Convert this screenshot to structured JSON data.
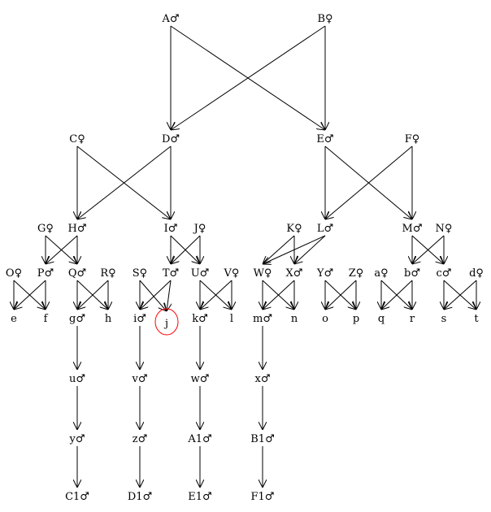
{
  "diagram": {
    "nodes": [
      {
        "id": "A",
        "text": "A♂"
      },
      {
        "id": "B",
        "text": "B♀"
      },
      {
        "id": "C",
        "text": "C♀"
      },
      {
        "id": "D",
        "text": "D♂"
      },
      {
        "id": "E",
        "text": "E♂"
      },
      {
        "id": "F",
        "text": "F♀"
      },
      {
        "id": "G",
        "text": "G♀"
      },
      {
        "id": "H",
        "text": "H♂"
      },
      {
        "id": "I",
        "text": "I♂"
      },
      {
        "id": "J",
        "text": "J♀"
      },
      {
        "id": "K",
        "text": "K♀"
      },
      {
        "id": "L",
        "text": "L♂"
      },
      {
        "id": "M",
        "text": "M♂"
      },
      {
        "id": "N",
        "text": "N♀"
      },
      {
        "id": "O",
        "text": "O♀"
      },
      {
        "id": "P",
        "text": "P♂"
      },
      {
        "id": "Q",
        "text": "Q♂"
      },
      {
        "id": "R",
        "text": "R♀"
      },
      {
        "id": "S",
        "text": "S♀"
      },
      {
        "id": "T",
        "text": "T♂"
      },
      {
        "id": "U",
        "text": "U♂"
      },
      {
        "id": "V",
        "text": "V♀"
      },
      {
        "id": "W",
        "text": "W♀"
      },
      {
        "id": "X",
        "text": "X♂"
      },
      {
        "id": "Y",
        "text": "Y♂"
      },
      {
        "id": "Z",
        "text": "Z♀"
      },
      {
        "id": "a",
        "text": "a♀"
      },
      {
        "id": "b",
        "text": "b♂"
      },
      {
        "id": "c",
        "text": "c♂"
      },
      {
        "id": "d",
        "text": "d♀"
      },
      {
        "id": "e",
        "text": "e"
      },
      {
        "id": "f",
        "text": "f"
      },
      {
        "id": "g",
        "text": "g♂"
      },
      {
        "id": "h",
        "text": "h"
      },
      {
        "id": "i",
        "text": "i♂"
      },
      {
        "id": "j",
        "text": "j",
        "highlight": true
      },
      {
        "id": "k",
        "text": "k♂"
      },
      {
        "id": "l",
        "text": "l"
      },
      {
        "id": "m",
        "text": "m♂"
      },
      {
        "id": "n",
        "text": "n"
      },
      {
        "id": "o",
        "text": "o"
      },
      {
        "id": "p",
        "text": "p"
      },
      {
        "id": "q",
        "text": "q"
      },
      {
        "id": "r",
        "text": "r"
      },
      {
        "id": "s",
        "text": "s"
      },
      {
        "id": "t",
        "text": "t"
      },
      {
        "id": "u",
        "text": "u♂"
      },
      {
        "id": "v",
        "text": "v♂"
      },
      {
        "id": "w",
        "text": "w♂"
      },
      {
        "id": "x",
        "text": "x♂"
      },
      {
        "id": "y",
        "text": "y♂"
      },
      {
        "id": "z",
        "text": "z♂"
      },
      {
        "id": "A1",
        "text": "A1♂"
      },
      {
        "id": "B1",
        "text": "B1♂"
      },
      {
        "id": "C1",
        "text": "C1♂"
      },
      {
        "id": "D1",
        "text": "D1♂"
      },
      {
        "id": "E1",
        "text": "E1♂"
      },
      {
        "id": "F1",
        "text": "F1♂"
      }
    ],
    "edges": [
      [
        "A",
        "D"
      ],
      [
        "A",
        "E"
      ],
      [
        "B",
        "D"
      ],
      [
        "B",
        "E"
      ],
      [
        "C",
        "H"
      ],
      [
        "C",
        "I"
      ],
      [
        "D",
        "H"
      ],
      [
        "D",
        "I"
      ],
      [
        "E",
        "L"
      ],
      [
        "E",
        "M"
      ],
      [
        "F",
        "L"
      ],
      [
        "F",
        "M"
      ],
      [
        "G",
        "P"
      ],
      [
        "G",
        "Q"
      ],
      [
        "H",
        "P"
      ],
      [
        "H",
        "Q"
      ],
      [
        "I",
        "T"
      ],
      [
        "I",
        "U"
      ],
      [
        "J",
        "T"
      ],
      [
        "J",
        "U"
      ],
      [
        "K",
        "W"
      ],
      [
        "K",
        "X"
      ],
      [
        "L",
        "W"
      ],
      [
        "L",
        "X"
      ],
      [
        "M",
        "b"
      ],
      [
        "M",
        "c"
      ],
      [
        "N",
        "b"
      ],
      [
        "N",
        "c"
      ],
      [
        "O",
        "e"
      ],
      [
        "O",
        "f"
      ],
      [
        "P",
        "e"
      ],
      [
        "P",
        "f"
      ],
      [
        "Q",
        "g"
      ],
      [
        "Q",
        "h"
      ],
      [
        "R",
        "g"
      ],
      [
        "R",
        "h"
      ],
      [
        "S",
        "i"
      ],
      [
        "S",
        "j"
      ],
      [
        "T",
        "i"
      ],
      [
        "T",
        "j"
      ],
      [
        "U",
        "k"
      ],
      [
        "U",
        "l"
      ],
      [
        "V",
        "k"
      ],
      [
        "V",
        "l"
      ],
      [
        "W",
        "m"
      ],
      [
        "W",
        "n"
      ],
      [
        "X",
        "m"
      ],
      [
        "X",
        "n"
      ],
      [
        "Y",
        "o"
      ],
      [
        "Y",
        "p"
      ],
      [
        "Z",
        "o"
      ],
      [
        "Z",
        "p"
      ],
      [
        "a",
        "q"
      ],
      [
        "a",
        "r"
      ],
      [
        "b",
        "q"
      ],
      [
        "b",
        "r"
      ],
      [
        "c",
        "s"
      ],
      [
        "c",
        "t"
      ],
      [
        "d",
        "s"
      ],
      [
        "d",
        "t"
      ],
      [
        "g",
        "u"
      ],
      [
        "i",
        "v"
      ],
      [
        "k",
        "w"
      ],
      [
        "m",
        "x"
      ],
      [
        "u",
        "y"
      ],
      [
        "v",
        "z"
      ],
      [
        "w",
        "A1"
      ],
      [
        "x",
        "B1"
      ],
      [
        "y",
        "C1"
      ],
      [
        "z",
        "D1"
      ],
      [
        "A1",
        "E1"
      ],
      [
        "B1",
        "F1"
      ]
    ],
    "highlight_color": "#ff0000"
  }
}
